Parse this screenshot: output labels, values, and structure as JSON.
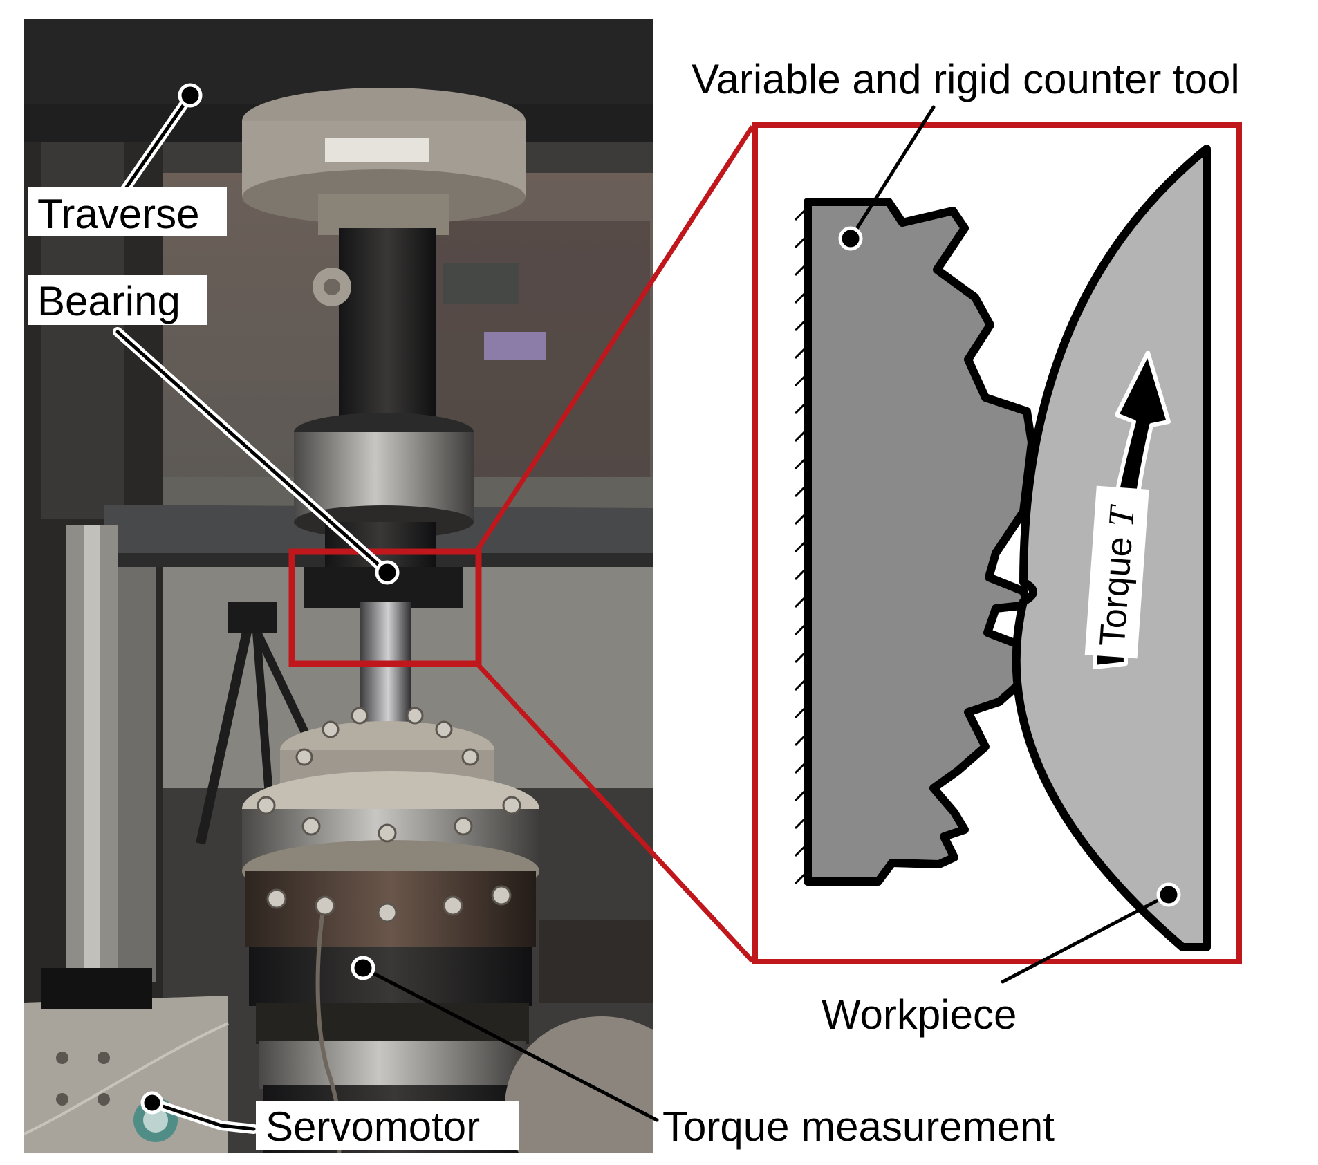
{
  "labels": {
    "traverse": "Traverse",
    "bearing": "Bearing",
    "servomotor": "Servomotor",
    "torque_measurement": "Torque measurement",
    "counter_tool": "Variable and rigid counter tool",
    "workpiece": "Workpiece",
    "torque_word": "Torque",
    "torque_symbol": "T"
  },
  "colors": {
    "frame_red": "#c0171c",
    "tool_gray": "#8a8a8a",
    "workpiece_gray": "#b4b4b4",
    "outline": "#000000",
    "label_bg": "#ffffff"
  }
}
